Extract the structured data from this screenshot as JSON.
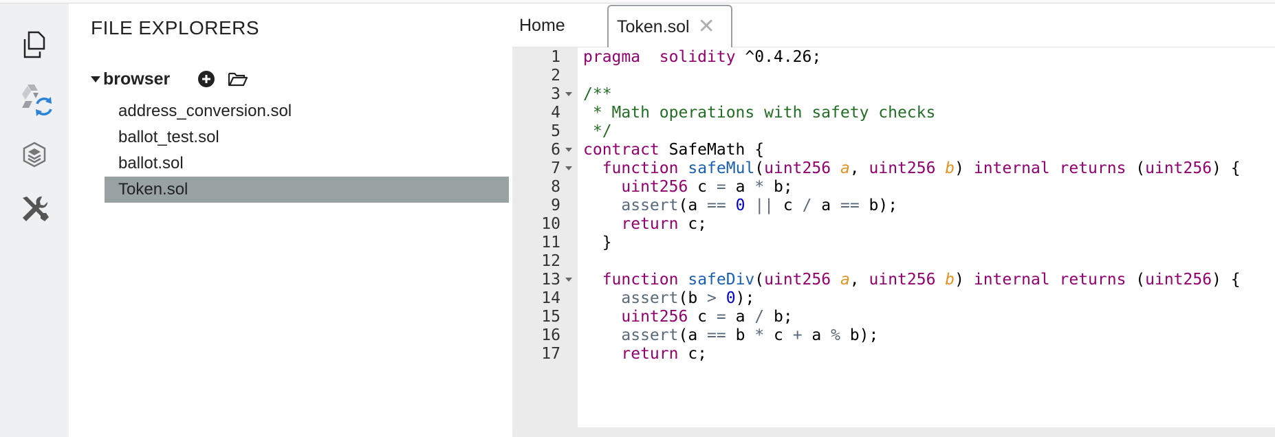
{
  "sidebar": {
    "icons": [
      "file-explorer-icon",
      "compile-icon",
      "deploy-icon",
      "settings-icon"
    ]
  },
  "explorer": {
    "title": "FILE EXPLORERS",
    "workspace": "browser",
    "files": [
      {
        "name": "address_conversion.sol",
        "selected": false
      },
      {
        "name": "ballot_test.sol",
        "selected": false
      },
      {
        "name": "ballot.sol",
        "selected": false
      },
      {
        "name": "Token.sol",
        "selected": true
      }
    ]
  },
  "tabs": {
    "home": "Home",
    "active": "Token.sol",
    "close": "✕"
  },
  "editor": {
    "lines": [
      {
        "n": "1",
        "fold": false,
        "tokens": [
          [
            "kw",
            "pragma"
          ],
          [
            "",
            "  "
          ],
          [
            "kw",
            "solidity"
          ],
          [
            "",
            " ^0.4.26;"
          ]
        ]
      },
      {
        "n": "2",
        "fold": false,
        "tokens": []
      },
      {
        "n": "3",
        "fold": true,
        "tokens": [
          [
            "ct",
            "/**"
          ]
        ]
      },
      {
        "n": "4",
        "fold": false,
        "tokens": [
          [
            "ct",
            " * Math operations with safety checks"
          ]
        ]
      },
      {
        "n": "5",
        "fold": false,
        "tokens": [
          [
            "ct",
            " */"
          ]
        ]
      },
      {
        "n": "6",
        "fold": true,
        "tokens": [
          [
            "kw",
            "contract"
          ],
          [
            "",
            " SafeMath {"
          ]
        ]
      },
      {
        "n": "7",
        "fold": true,
        "tokens": [
          [
            "",
            "  "
          ],
          [
            "kw",
            "function"
          ],
          [
            "",
            " "
          ],
          [
            "fn",
            "safeMul"
          ],
          [
            "",
            "("
          ],
          [
            "kw",
            "uint256"
          ],
          [
            "",
            " "
          ],
          [
            "pr",
            "a"
          ],
          [
            "",
            ", "
          ],
          [
            "kw",
            "uint256"
          ],
          [
            "",
            " "
          ],
          [
            "pr",
            "b"
          ],
          [
            "",
            ") "
          ],
          [
            "kw",
            "internal"
          ],
          [
            "",
            " "
          ],
          [
            "kw",
            "returns"
          ],
          [
            "",
            " ("
          ],
          [
            "kw",
            "uint256"
          ],
          [
            "",
            ") {"
          ]
        ]
      },
      {
        "n": "8",
        "fold": false,
        "tokens": [
          [
            "",
            "    "
          ],
          [
            "kw",
            "uint256"
          ],
          [
            "",
            " c "
          ],
          [
            "op",
            "="
          ],
          [
            "",
            " a "
          ],
          [
            "op",
            "*"
          ],
          [
            "",
            " b;"
          ]
        ]
      },
      {
        "n": "9",
        "fold": false,
        "tokens": [
          [
            "",
            "    "
          ],
          [
            "op",
            "assert"
          ],
          [
            "",
            "(a "
          ],
          [
            "op",
            "=="
          ],
          [
            "",
            " "
          ],
          [
            "nm",
            "0"
          ],
          [
            "",
            " "
          ],
          [
            "op",
            "||"
          ],
          [
            "",
            " c "
          ],
          [
            "op",
            "/"
          ],
          [
            "",
            " a "
          ],
          [
            "op",
            "=="
          ],
          [
            "",
            " b);"
          ]
        ]
      },
      {
        "n": "10",
        "fold": false,
        "tokens": [
          [
            "",
            "    "
          ],
          [
            "kw",
            "return"
          ],
          [
            "",
            " c;"
          ]
        ]
      },
      {
        "n": "11",
        "fold": false,
        "tokens": [
          [
            "",
            "  }"
          ]
        ]
      },
      {
        "n": "12",
        "fold": false,
        "tokens": []
      },
      {
        "n": "13",
        "fold": true,
        "tokens": [
          [
            "",
            "  "
          ],
          [
            "kw",
            "function"
          ],
          [
            "",
            " "
          ],
          [
            "fn",
            "safeDiv"
          ],
          [
            "",
            "("
          ],
          [
            "kw",
            "uint256"
          ],
          [
            "",
            " "
          ],
          [
            "pr",
            "a"
          ],
          [
            "",
            ", "
          ],
          [
            "kw",
            "uint256"
          ],
          [
            "",
            " "
          ],
          [
            "pr",
            "b"
          ],
          [
            "",
            ") "
          ],
          [
            "kw",
            "internal"
          ],
          [
            "",
            " "
          ],
          [
            "kw",
            "returns"
          ],
          [
            "",
            " ("
          ],
          [
            "kw",
            "uint256"
          ],
          [
            "",
            ") {"
          ]
        ]
      },
      {
        "n": "14",
        "fold": false,
        "tokens": [
          [
            "",
            "    "
          ],
          [
            "op",
            "assert"
          ],
          [
            "",
            "(b "
          ],
          [
            "op",
            ">"
          ],
          [
            "",
            " "
          ],
          [
            "nm",
            "0"
          ],
          [
            "",
            ");"
          ]
        ]
      },
      {
        "n": "15",
        "fold": false,
        "tokens": [
          [
            "",
            "    "
          ],
          [
            "kw",
            "uint256"
          ],
          [
            "",
            " c "
          ],
          [
            "op",
            "="
          ],
          [
            "",
            " a "
          ],
          [
            "op",
            "/"
          ],
          [
            "",
            " b;"
          ]
        ]
      },
      {
        "n": "16",
        "fold": false,
        "tokens": [
          [
            "",
            "    "
          ],
          [
            "op",
            "assert"
          ],
          [
            "",
            "(a "
          ],
          [
            "op",
            "=="
          ],
          [
            "",
            " b "
          ],
          [
            "op",
            "*"
          ],
          [
            "",
            " c "
          ],
          [
            "op",
            "+"
          ],
          [
            "",
            " a "
          ],
          [
            "op",
            "%"
          ],
          [
            "",
            " b);"
          ]
        ]
      },
      {
        "n": "17",
        "fold": false,
        "tokens": [
          [
            "",
            "    "
          ],
          [
            "kw",
            "return"
          ],
          [
            "",
            " c;"
          ]
        ]
      }
    ]
  }
}
